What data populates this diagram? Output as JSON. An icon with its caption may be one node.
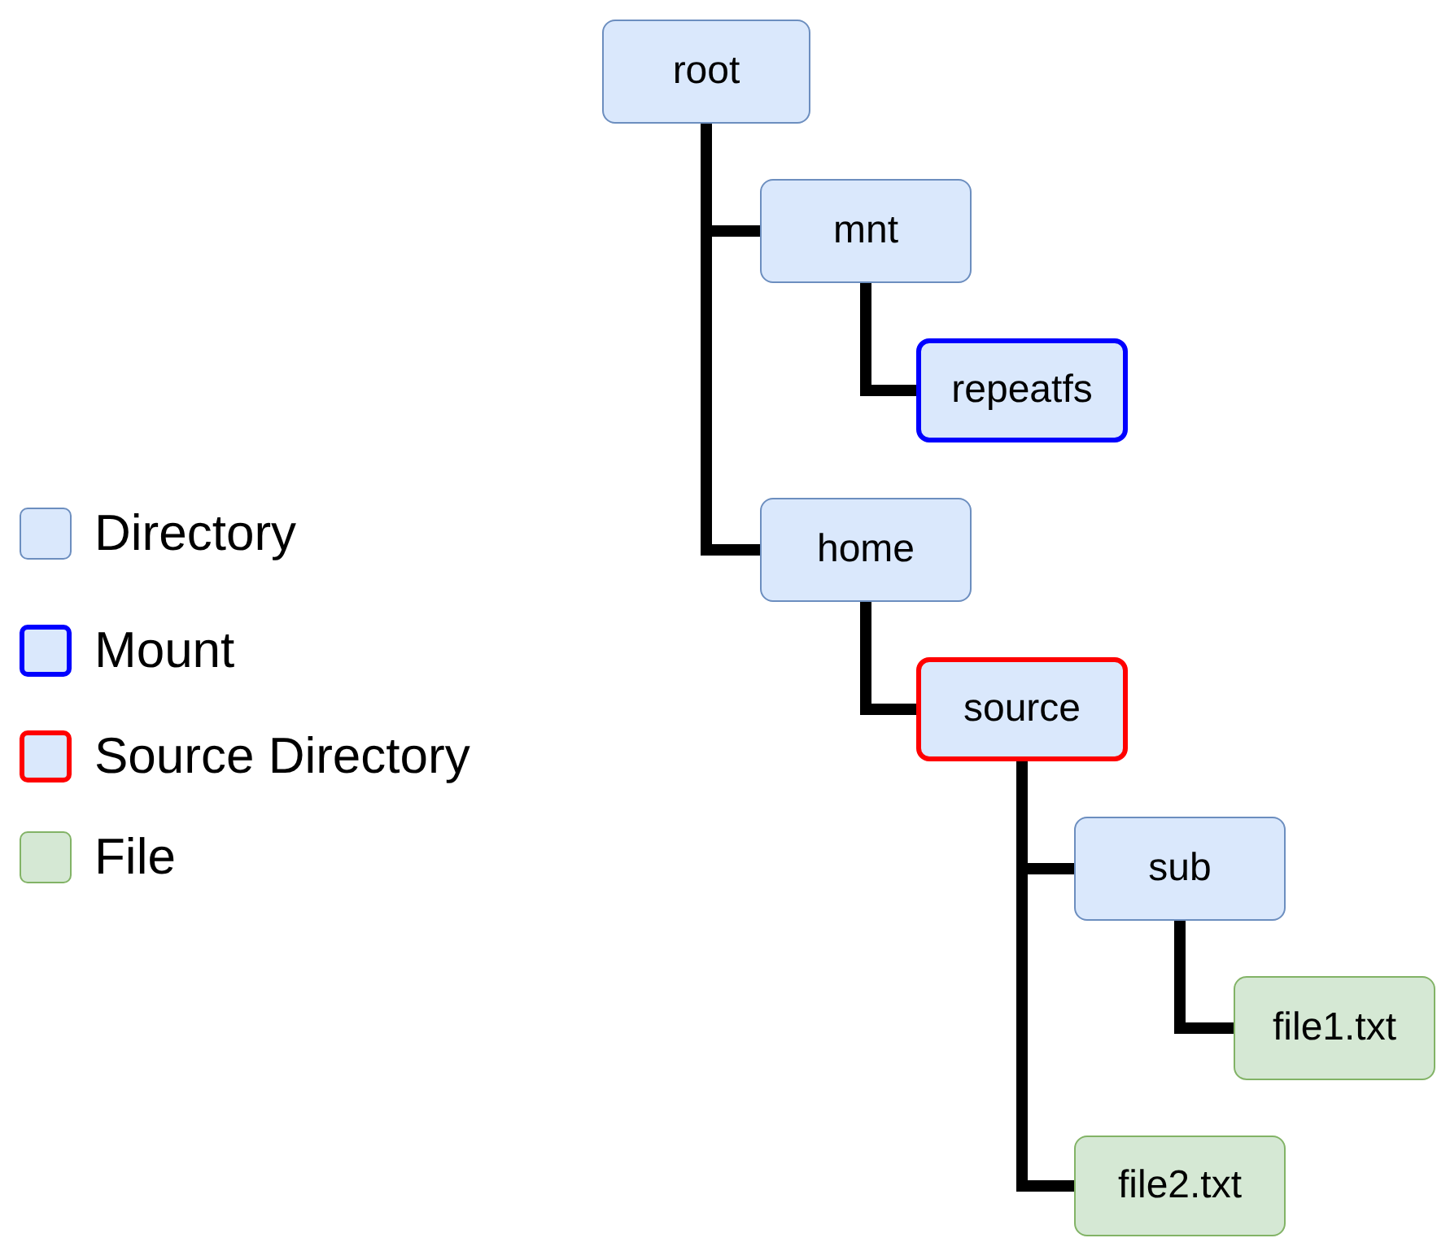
{
  "diagram": {
    "nodes": [
      {
        "text": [
          "root"
        ]
      },
      {
        "text": [
          "mnt"
        ]
      },
      {
        "text": [
          "repeatfs"
        ]
      },
      {
        "text": [
          "home"
        ]
      },
      {
        "text": [
          "source"
        ]
      },
      {
        "text": [
          "sub"
        ]
      },
      {
        "text": [
          "file1.txt"
        ]
      },
      {
        "text": [
          "file2.txt"
        ]
      }
    ],
    "edges": [
      {
        "from": 0,
        "to": 1,
        "arrow": "none"
      },
      {
        "from": 1,
        "to": 2,
        "arrow": "none"
      },
      {
        "from": 0,
        "to": 3,
        "arrow": "none"
      },
      {
        "from": 3,
        "to": 4,
        "arrow": "none"
      },
      {
        "from": 4,
        "to": 5,
        "arrow": "none"
      },
      {
        "from": 5,
        "to": 6,
        "arrow": "none"
      },
      {
        "from": 4,
        "to": 7,
        "arrow": "none"
      }
    ],
    "legend": [
      {
        "text": "Directory",
        "color": "#dae8fc"
      },
      {
        "text": "Mount",
        "color": "#dae8fc"
      },
      {
        "text": "Source Directory",
        "color": "#dae8fc"
      },
      {
        "text": "File",
        "color": "#d5e8d4"
      }
    ]
  }
}
